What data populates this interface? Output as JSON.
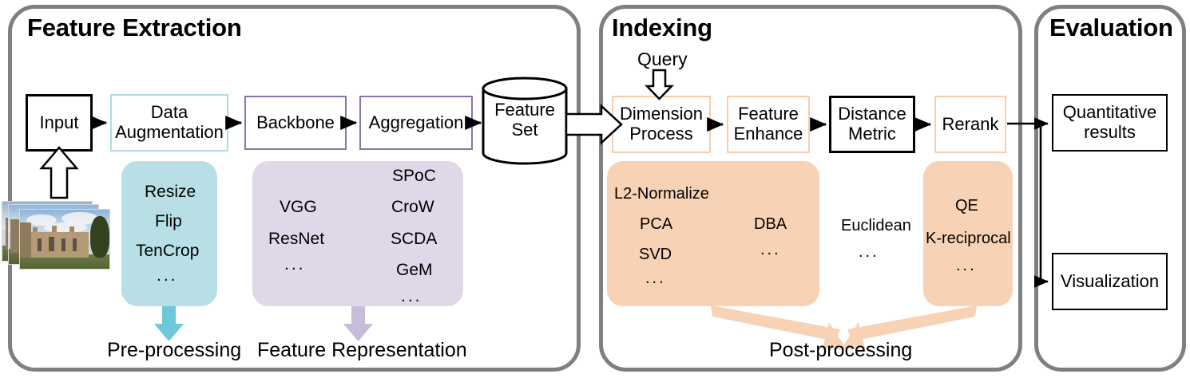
{
  "panels": [
    {
      "id": "feature-extraction",
      "title": "Feature Extraction"
    },
    {
      "id": "indexing",
      "title": "Indexing"
    },
    {
      "id": "evaluation",
      "title": "Evaluation"
    }
  ],
  "feature_extraction": {
    "title": "Feature Extraction",
    "boxes": [
      {
        "id": "input",
        "label": "Input",
        "style": "black"
      },
      {
        "id": "data-augmentation",
        "label": "Data\nAugmentation",
        "style": "teal"
      },
      {
        "id": "backbone",
        "label": "Backbone",
        "style": "purple"
      },
      {
        "id": "aggregation",
        "label": "Aggregation",
        "style": "purple"
      },
      {
        "id": "feature-set",
        "label": "Feature\nSet",
        "style": "cylinder"
      }
    ],
    "box_labels": {
      "input": "Input",
      "data_augmentation_line1": "Data",
      "data_augmentation_line2": "Augmentation",
      "backbone": "Backbone",
      "aggregation": "Aggregation",
      "feature_set_line1": "Feature",
      "feature_set_line2": "Set"
    },
    "preprocessing_pill": {
      "color": "#b9dfe6",
      "items": [
        "Resize",
        "Flip",
        "TenCrop",
        "..."
      ]
    },
    "feature_representation_pill": {
      "color": "#ded8e8",
      "backbone_items": [
        "VGG",
        "ResNet",
        "..."
      ],
      "aggregation_items": [
        "SPoC",
        "CroW",
        "SCDA",
        "GeM",
        "..."
      ]
    },
    "captions": {
      "preprocessing": "Pre-processing",
      "feature_representation": "Feature Representation"
    }
  },
  "indexing": {
    "title": "Indexing",
    "query_label": "Query",
    "box_labels": {
      "dimension_process_line1": "Dimension",
      "dimension_process_line2": "Process",
      "feature_enhance_line1": "Feature",
      "feature_enhance_line2": "Enhance",
      "distance_metric_line1": "Distance",
      "distance_metric_line2": "Metric",
      "rerank": "Rerank"
    },
    "boxes": [
      {
        "id": "dimension-process",
        "label": "Dimension\nProcess",
        "style": "peach"
      },
      {
        "id": "feature-enhance",
        "label": "Feature\nEnhance",
        "style": "peach"
      },
      {
        "id": "distance-metric",
        "label": "Distance\nMetric",
        "style": "black"
      },
      {
        "id": "rerank",
        "label": "Rerank",
        "style": "peach"
      }
    ],
    "left_pill": {
      "color": "#f8d2b4",
      "dimension_items": [
        "L2-Normalize",
        "PCA",
        "SVD",
        "..."
      ],
      "enhance_items": [
        "DBA",
        "..."
      ]
    },
    "metric_items": [
      "Euclidean",
      "..."
    ],
    "right_pill": {
      "color": "#f8d2b4",
      "rerank_items": [
        "QE",
        "K-reciprocal",
        "..."
      ]
    },
    "caption": "Post-processing"
  },
  "evaluation": {
    "title": "Evaluation",
    "boxes": [
      {
        "id": "quantitative-results",
        "label": "Quantitative\nresults",
        "style": "black"
      },
      {
        "id": "visualization",
        "label": "Visualization",
        "style": "black"
      }
    ],
    "box_labels": {
      "quantitative_line1": "Quantitative",
      "quantitative_line2": "results",
      "visualization": "Visualization"
    }
  },
  "colors": {
    "panel_border": "#7f7f7f",
    "teal_border": "#aedbe6",
    "teal_fill": "#b9dfe6",
    "purple_border": "#8b72a8",
    "purple_fill": "#ded8e8",
    "peach_border": "#f7cfb0",
    "peach_fill": "#f8d2b4",
    "black": "#000000"
  }
}
